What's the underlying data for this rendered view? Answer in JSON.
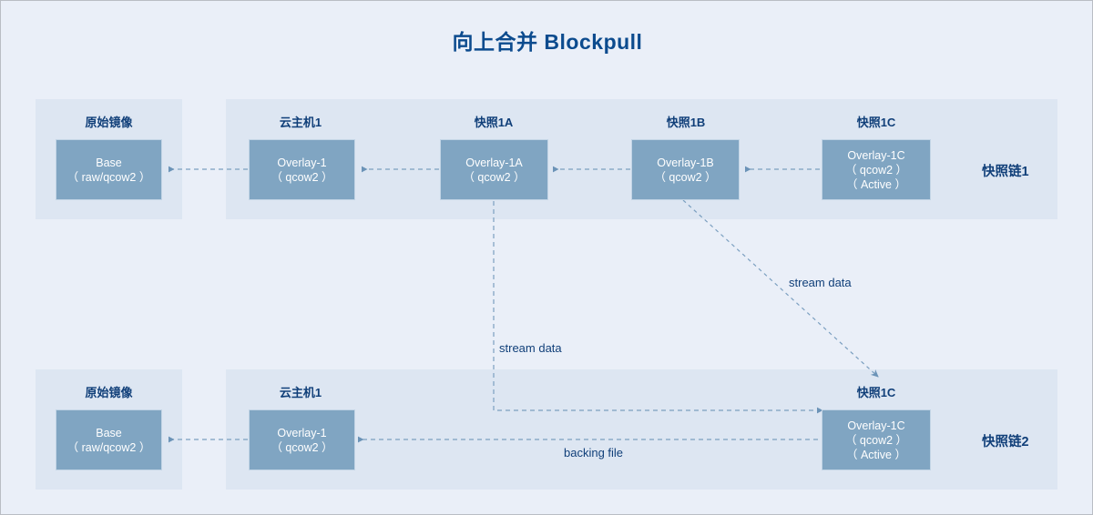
{
  "title": "向上合并 Blockpull",
  "colors": {
    "page_background": "#eaeff8",
    "panel_background": "#dde6f2",
    "node_fill": "#80a5c2",
    "node_border": "#c3d5e6",
    "text_accent": "#103f79",
    "title_color": "#0c4b8e",
    "wire_color": "#7b9fc0"
  },
  "chains": [
    {
      "id": "chain1",
      "label": "快照链1",
      "nodes": [
        {
          "caption": "原始镜像",
          "line1": "Base",
          "line2": "（ raw/qcow2 ）",
          "line3": ""
        },
        {
          "caption": "云主机1",
          "line1": "Overlay-1",
          "line2": "（ qcow2 ）",
          "line3": ""
        },
        {
          "caption": "快照1A",
          "line1": "Overlay-1A",
          "line2": "（ qcow2 ）",
          "line3": ""
        },
        {
          "caption": "快照1B",
          "line1": "Overlay-1B",
          "line2": "（ qcow2 ）",
          "line3": ""
        },
        {
          "caption": "快照1C",
          "line1": "Overlay-1C",
          "line2": "（ qcow2 ）",
          "line3": "（ Active ）"
        }
      ]
    },
    {
      "id": "chain2",
      "label": "快照链2",
      "nodes": [
        {
          "caption": "原始镜像",
          "line1": "Base",
          "line2": "（ raw/qcow2 ）",
          "line3": ""
        },
        {
          "caption": "云主机1",
          "line1": "Overlay-1",
          "line2": "（ qcow2 ）",
          "line3": ""
        },
        {
          "caption": "快照1C",
          "line1": "Overlay-1C",
          "line2": "（ qcow2 ）",
          "line3": "（ Active ）"
        }
      ]
    }
  ],
  "edge_labels": {
    "stream_data_vertical": "stream data",
    "stream_data_diagonal": "stream data",
    "backing_file": "backing file"
  }
}
